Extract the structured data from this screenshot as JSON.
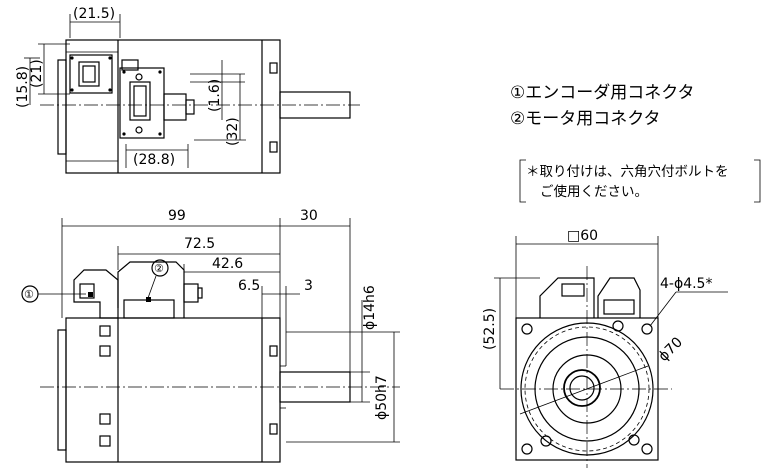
{
  "legend": {
    "item1": "①エンコーダ用コネクタ",
    "item2": "②モータ用コネクタ"
  },
  "note": {
    "line1": "＊取り付けは、六角穴付ボルトを",
    "line2": "ご使用ください。"
  },
  "top_view": {
    "dim_21_5_top": "(21.5)",
    "dim_21": "(21)",
    "dim_15_8": "(15.8)",
    "dim_1_6": "(1.6)",
    "dim_32": "(32)",
    "dim_28_8": "(28.8)"
  },
  "side_view": {
    "dim_99": "99",
    "dim_30": "30",
    "dim_72_5": "72.5",
    "dim_42_6": "42.6",
    "dim_6_5": "6.5",
    "dim_3": "3",
    "dim_shaft": "ϕ14h6",
    "dim_spigot": "ϕ50h7",
    "callout_1": "①",
    "callout_2": "②"
  },
  "front_view": {
    "dim_square": "□60",
    "dim_52_5": "(52.5)",
    "dim_holes": "4-ϕ4.5*",
    "dim_pcd": "ϕ70"
  }
}
